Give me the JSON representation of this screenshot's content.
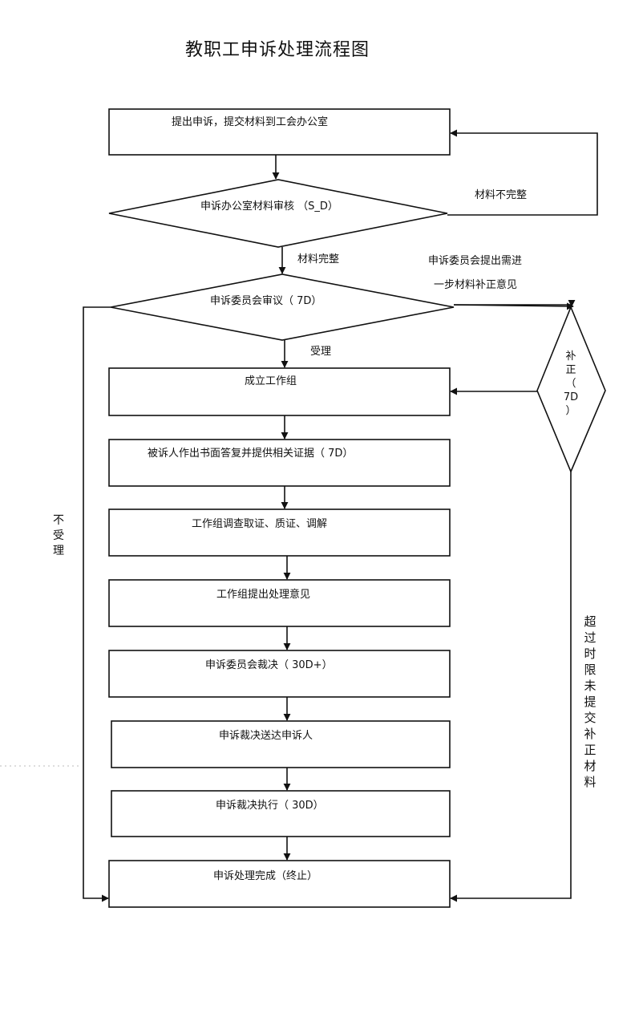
{
  "title": "教职工申诉处理流程图",
  "steps": {
    "submit": "提出申诉，提交材料到工会办公室",
    "review": "申诉办公室材料审核 （S_D）",
    "committee": "申诉委员会审议（ 7D）",
    "form_group": "成立工作组",
    "respondent_reply": "被诉人作出书面答复并提供相关证据（ 7D）",
    "investigate": "工作组调查取证、质证、调解",
    "propose": "工作组提出处理意见",
    "ruling": "申诉委员会裁决（ 30D+）",
    "deliver": "申诉裁决送达申诉人",
    "execute": "申诉裁决执行（ 30D）",
    "complete": "申诉处理完成（终止）"
  },
  "edge_labels": {
    "incomplete": "材料不完整",
    "complete": "材料完整",
    "accepted": "受理",
    "need_more_1": "申诉委员会提出需进",
    "need_more_2": "一步材料补正意见"
  },
  "supplement": [
    "补",
    "正",
    "（",
    "7D",
    "）"
  ],
  "not_accepted": [
    "不",
    "受",
    "理"
  ],
  "timeout": [
    "超",
    "过",
    "时",
    "限",
    "未",
    "提",
    "交",
    "补",
    "正",
    "材",
    "料"
  ]
}
